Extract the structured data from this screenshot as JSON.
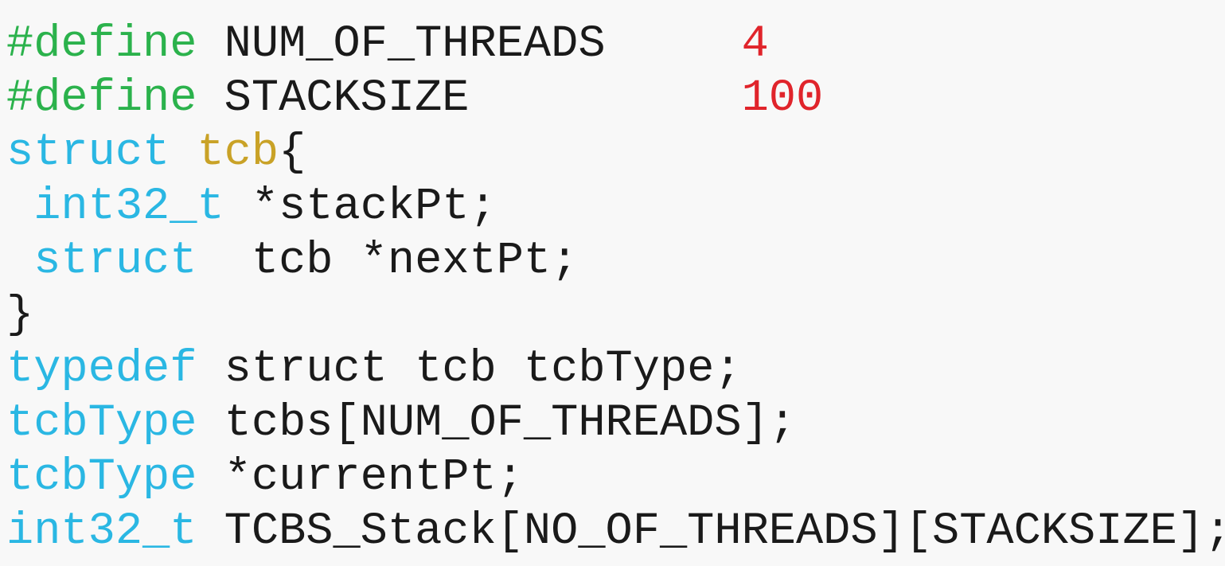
{
  "colors": {
    "background": "#f8f8f8",
    "plain": "#1a1a1a",
    "preprocessor": "#2bb24c",
    "keyword": "#2ab7e3",
    "struct_name": "#c9a227",
    "number": "#e0242b"
  },
  "code": {
    "lines": [
      [
        {
          "text": "#define",
          "kind": "preprocessor"
        },
        {
          "text": " NUM_OF_THREADS     ",
          "kind": "plain"
        },
        {
          "text": "4",
          "kind": "number"
        }
      ],
      [
        {
          "text": "#define",
          "kind": "preprocessor"
        },
        {
          "text": " STACKSIZE          ",
          "kind": "plain"
        },
        {
          "text": "100",
          "kind": "number"
        }
      ],
      [
        {
          "text": "struct",
          "kind": "keyword"
        },
        {
          "text": " ",
          "kind": "plain"
        },
        {
          "text": "tcb",
          "kind": "struct_name"
        },
        {
          "text": "{",
          "kind": "plain"
        }
      ],
      [
        {
          "text": " ",
          "kind": "plain"
        },
        {
          "text": "int32_t",
          "kind": "keyword"
        },
        {
          "text": " *stackPt;",
          "kind": "plain"
        }
      ],
      [
        {
          "text": " ",
          "kind": "plain"
        },
        {
          "text": "struct",
          "kind": "keyword"
        },
        {
          "text": "  tcb *nextPt;",
          "kind": "plain"
        }
      ],
      [
        {
          "text": "}",
          "kind": "plain"
        }
      ],
      [
        {
          "text": "typedef",
          "kind": "keyword"
        },
        {
          "text": " struct tcb tcbType;",
          "kind": "plain"
        }
      ],
      [
        {
          "text": "tcbType",
          "kind": "keyword"
        },
        {
          "text": " tcbs[NUM_OF_THREADS];",
          "kind": "plain"
        }
      ],
      [
        {
          "text": "tcbType",
          "kind": "keyword"
        },
        {
          "text": " *currentPt;",
          "kind": "plain"
        }
      ],
      [
        {
          "text": "int32_t",
          "kind": "keyword"
        },
        {
          "text": " TCBS_Stack[NO_OF_THREADS][STACKSIZE];",
          "kind": "plain"
        }
      ]
    ]
  }
}
